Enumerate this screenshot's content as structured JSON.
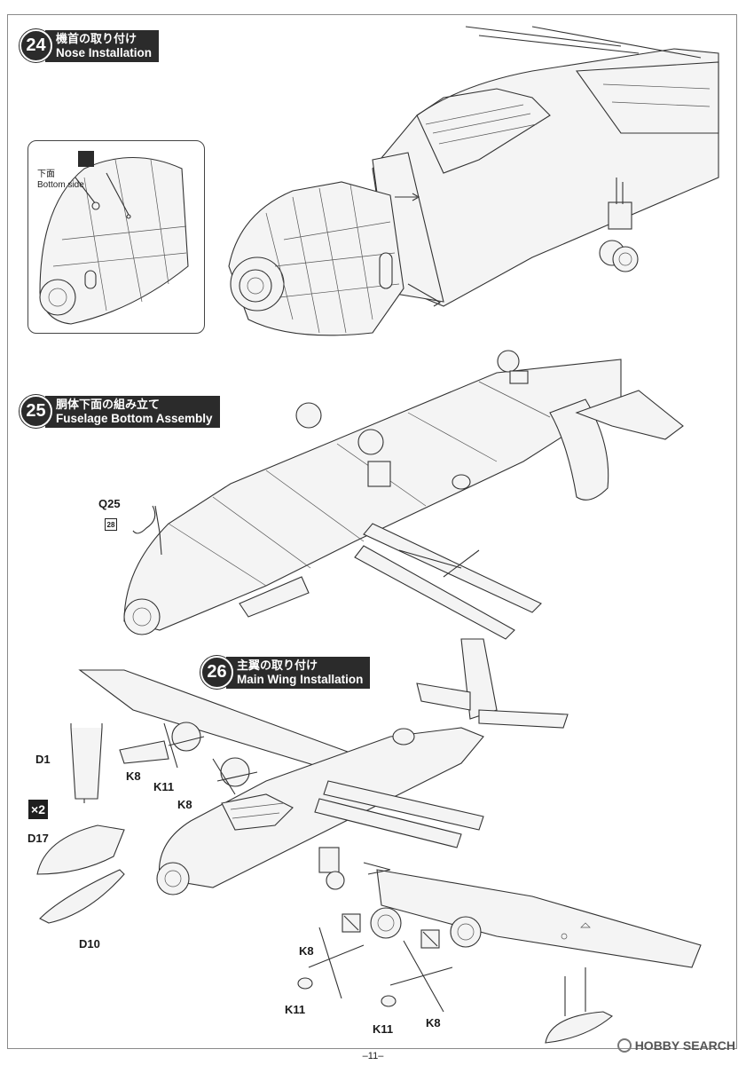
{
  "steps": [
    {
      "num": "24",
      "jp": "機首の取り付け",
      "en": "Nose Installation"
    },
    {
      "num": "25",
      "jp": "胴体下面の組み立て",
      "en": "Fuselage Bottom Assembly"
    },
    {
      "num": "26",
      "jp": "主翼の取り付け",
      "en": "Main Wing Installation"
    }
  ],
  "inset": {
    "jp": "下面",
    "en": "Bottom side",
    "icon": "drill-hole-icon"
  },
  "parts": {
    "q25": "Q25",
    "q25_badge": "28",
    "d1": "D1",
    "x2": "×2",
    "d17": "D17",
    "d10": "D10",
    "k8_a": "K8",
    "k11_a": "K11",
    "k8_b": "K8",
    "k8_c": "K8",
    "k11_c": "K11",
    "k11_d": "K11",
    "k8_d": "K8"
  },
  "footer": {
    "page": "–11–",
    "watermark": "HOBBY SEARCH"
  },
  "colors": {
    "ink": "#2b2b2b",
    "paper": "#ffffff"
  }
}
